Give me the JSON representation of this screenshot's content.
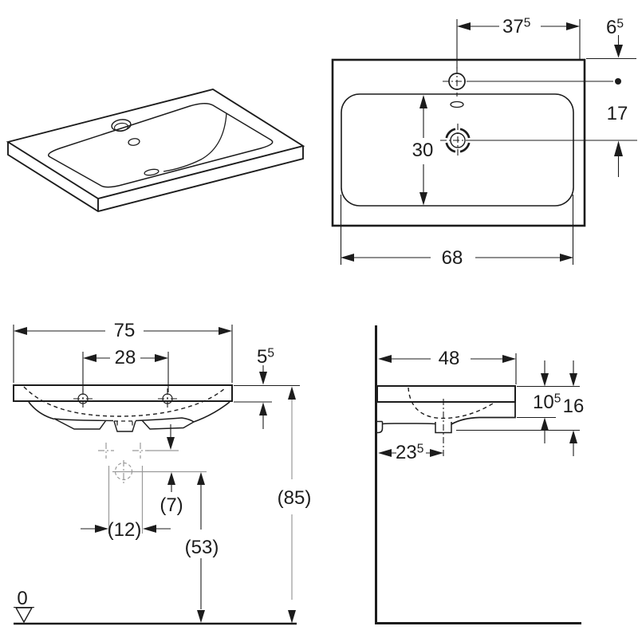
{
  "views": {
    "plan": {
      "dim_tap_center_from_right": {
        "b": "37",
        "s": "5"
      },
      "dim_top_edge_to_tap": {
        "b": "6",
        "s": "5"
      },
      "dim_tap_to_drain": "17",
      "dim_basin_front_back": "30",
      "dim_basin_width": "68"
    },
    "front": {
      "dim_overall_width": "75",
      "dim_hole_spacing": "28",
      "dim_rim_thickness": {
        "b": "5",
        "s": "5"
      },
      "dim_fixing_to_trap": "(7)",
      "dim_fixing_spacing": "(12)",
      "dim_trap_height": "(53)",
      "dim_rim_height": "(85)",
      "datum_zero": "0"
    },
    "side": {
      "dim_depth": "48",
      "dim_front_edge_height": {
        "b": "10",
        "s": "5"
      },
      "dim_total_edge_height": "16",
      "dim_drain_from_wall": {
        "b": "23",
        "s": "5"
      }
    }
  }
}
